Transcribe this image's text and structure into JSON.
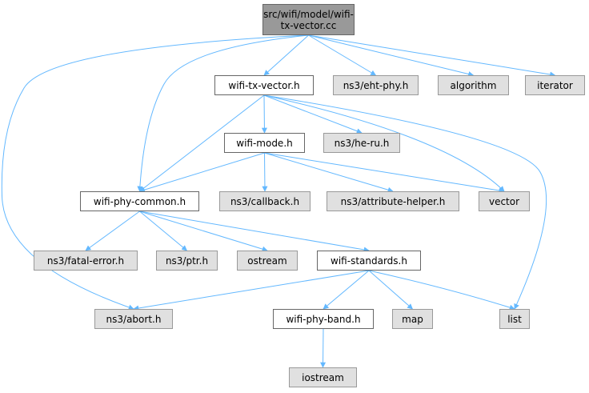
{
  "colors": {
    "edge": "#63b8ff",
    "root_fill": "#999999",
    "external_fill": "#e0e0e0",
    "internal_fill": "#ffffff"
  },
  "nodes": {
    "root": "src/wifi/model/wifi-tx-vector.cc",
    "wifi_tx_vector_h": "wifi-tx-vector.h",
    "eht_phy_h": "ns3/eht-phy.h",
    "algorithm": "algorithm",
    "iterator": "iterator",
    "wifi_mode_h": "wifi-mode.h",
    "he_ru_h": "ns3/he-ru.h",
    "wifi_phy_common_h": "wifi-phy-common.h",
    "callback_h": "ns3/callback.h",
    "attribute_helper_h": "ns3/attribute-helper.h",
    "vector": "vector",
    "fatal_error_h": "ns3/fatal-error.h",
    "ptr_h": "ns3/ptr.h",
    "ostream": "ostream",
    "wifi_standards_h": "wifi-standards.h",
    "abort_h": "ns3/abort.h",
    "wifi_phy_band_h": "wifi-phy-band.h",
    "map": "map",
    "list": "list",
    "iostream": "iostream"
  },
  "edges": [
    [
      "root",
      "wifi_tx_vector_h"
    ],
    [
      "root",
      "eht_phy_h"
    ],
    [
      "root",
      "algorithm"
    ],
    [
      "root",
      "iterator"
    ],
    [
      "root",
      "wifi_phy_common_h"
    ],
    [
      "root",
      "abort_h"
    ],
    [
      "wifi_tx_vector_h",
      "wifi_mode_h"
    ],
    [
      "wifi_tx_vector_h",
      "he_ru_h"
    ],
    [
      "wifi_tx_vector_h",
      "wifi_phy_common_h"
    ],
    [
      "wifi_tx_vector_h",
      "vector"
    ],
    [
      "wifi_tx_vector_h",
      "list"
    ],
    [
      "wifi_mode_h",
      "wifi_phy_common_h"
    ],
    [
      "wifi_mode_h",
      "callback_h"
    ],
    [
      "wifi_mode_h",
      "attribute_helper_h"
    ],
    [
      "wifi_mode_h",
      "vector"
    ],
    [
      "wifi_phy_common_h",
      "fatal_error_h"
    ],
    [
      "wifi_phy_common_h",
      "ptr_h"
    ],
    [
      "wifi_phy_common_h",
      "ostream"
    ],
    [
      "wifi_phy_common_h",
      "wifi_standards_h"
    ],
    [
      "wifi_standards_h",
      "abort_h"
    ],
    [
      "wifi_standards_h",
      "wifi_phy_band_h"
    ],
    [
      "wifi_standards_h",
      "map"
    ],
    [
      "wifi_standards_h",
      "list"
    ],
    [
      "wifi_phy_band_h",
      "iostream"
    ]
  ]
}
